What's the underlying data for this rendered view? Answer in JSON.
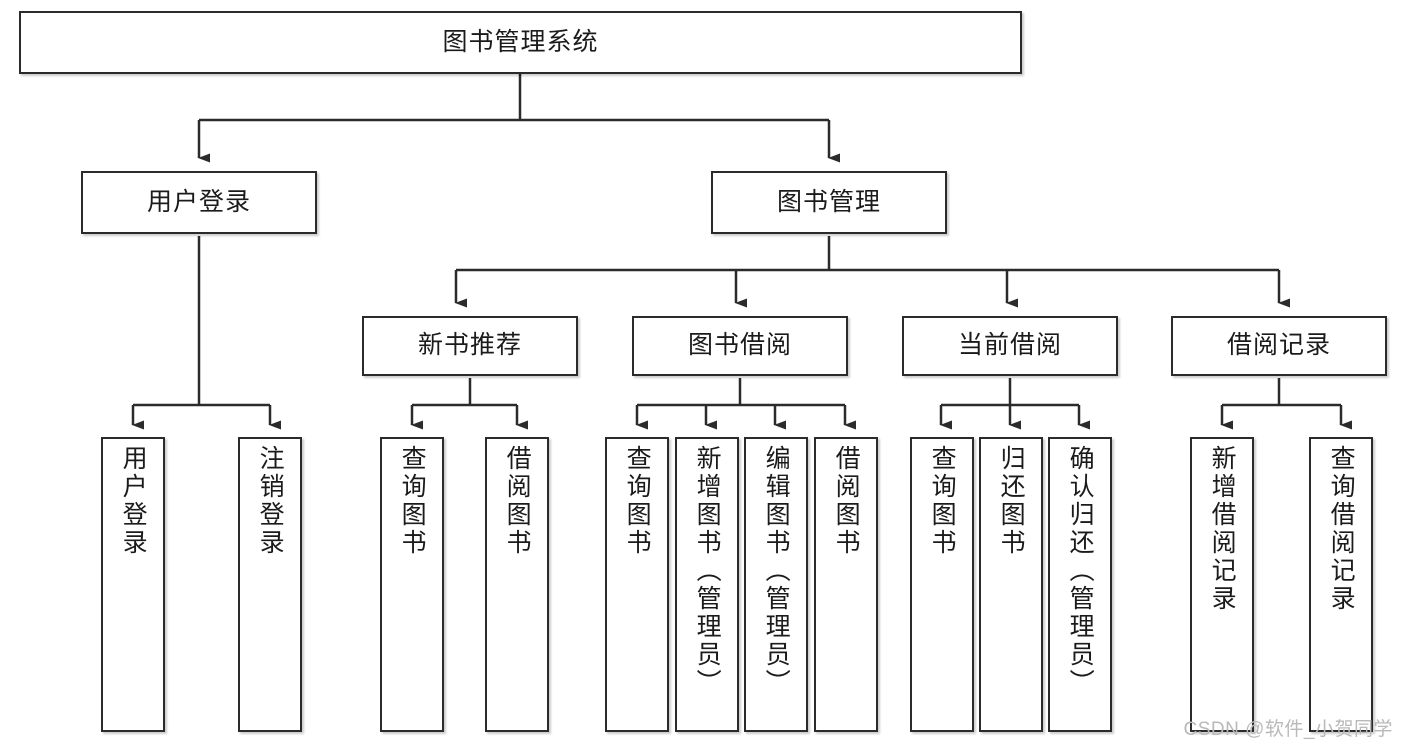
{
  "diagram": {
    "type": "tree-hierarchy-chart",
    "title": "图书管理系统",
    "watermark": "CSDN @软件_小贺同学",
    "colors": {
      "box_border": "#2b2b2b",
      "box_fill": "#ffffff",
      "connector": "#2b2b2b",
      "text": "#1b1b1b",
      "watermark": "#b9b9b9"
    },
    "levels": [
      {
        "level": 1,
        "nodes": [
          {
            "id": "root",
            "label": "图书管理系统",
            "orientation": "horizontal"
          }
        ]
      },
      {
        "level": 2,
        "nodes": [
          {
            "id": "user-login",
            "label": "用户登录",
            "orientation": "horizontal",
            "parent": "root"
          },
          {
            "id": "book-manage",
            "label": "图书管理",
            "orientation": "horizontal",
            "parent": "root"
          }
        ]
      },
      {
        "level": 3,
        "nodes": [
          {
            "id": "new-book-recommend",
            "label": "新书推荐",
            "orientation": "horizontal",
            "parent": "book-manage"
          },
          {
            "id": "book-borrow",
            "label": "图书借阅",
            "orientation": "horizontal",
            "parent": "book-manage"
          },
          {
            "id": "current-borrow",
            "label": "当前借阅",
            "orientation": "horizontal",
            "parent": "book-manage"
          },
          {
            "id": "borrow-record",
            "label": "借阅记录",
            "orientation": "horizontal",
            "parent": "book-manage"
          }
        ]
      },
      {
        "level": 4,
        "nodes": [
          {
            "id": "leaf-user-login",
            "label": "用户登录",
            "orientation": "vertical",
            "parent": "user-login"
          },
          {
            "id": "leaf-logout-login",
            "label": "注销登录",
            "orientation": "vertical",
            "parent": "user-login"
          },
          {
            "id": "leaf-query-book-1",
            "label": "查询图书",
            "orientation": "vertical",
            "parent": "new-book-recommend"
          },
          {
            "id": "leaf-borrow-book-1",
            "label": "借阅图书",
            "orientation": "vertical",
            "parent": "new-book-recommend"
          },
          {
            "id": "leaf-query-book-2",
            "label": "查询图书",
            "orientation": "vertical",
            "parent": "book-borrow"
          },
          {
            "id": "leaf-add-book",
            "label": "新增图书（管理员）",
            "orientation": "vertical",
            "parent": "book-borrow"
          },
          {
            "id": "leaf-edit-book",
            "label": "编辑图书（管理员）",
            "orientation": "vertical",
            "parent": "book-borrow"
          },
          {
            "id": "leaf-borrow-book-2",
            "label": "借阅图书",
            "orientation": "vertical",
            "parent": "book-borrow"
          },
          {
            "id": "leaf-query-book-3",
            "label": "查询图书",
            "orientation": "vertical",
            "parent": "current-borrow"
          },
          {
            "id": "leaf-return-book",
            "label": "归还图书",
            "orientation": "vertical",
            "parent": "current-borrow"
          },
          {
            "id": "leaf-confirm-return",
            "label": "确认归还（管理员）",
            "orientation": "vertical",
            "parent": "current-borrow"
          },
          {
            "id": "leaf-add-record",
            "label": "新增借阅记录",
            "orientation": "vertical",
            "parent": "borrow-record"
          },
          {
            "id": "leaf-query-record",
            "label": "查询借阅记录",
            "orientation": "vertical",
            "parent": "borrow-record"
          }
        ]
      }
    ]
  }
}
